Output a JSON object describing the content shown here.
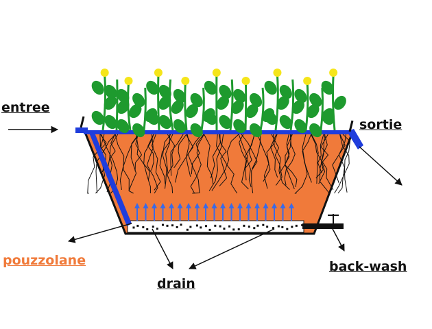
{
  "labels": {
    "entree": "entree",
    "sortie": "sortie",
    "pouzzolane": "pouzzolane",
    "drain": "drain",
    "backwash": "back-wash"
  },
  "colors": {
    "soil": "#f07a3a",
    "pipe": "#1f3ddc",
    "flow_arrow": "#3a6ae8",
    "plant_leaf": "#1e9a2e",
    "flower": "#f5e51a",
    "root": "#111111",
    "pouzzolane_label": "#f07a3a"
  }
}
